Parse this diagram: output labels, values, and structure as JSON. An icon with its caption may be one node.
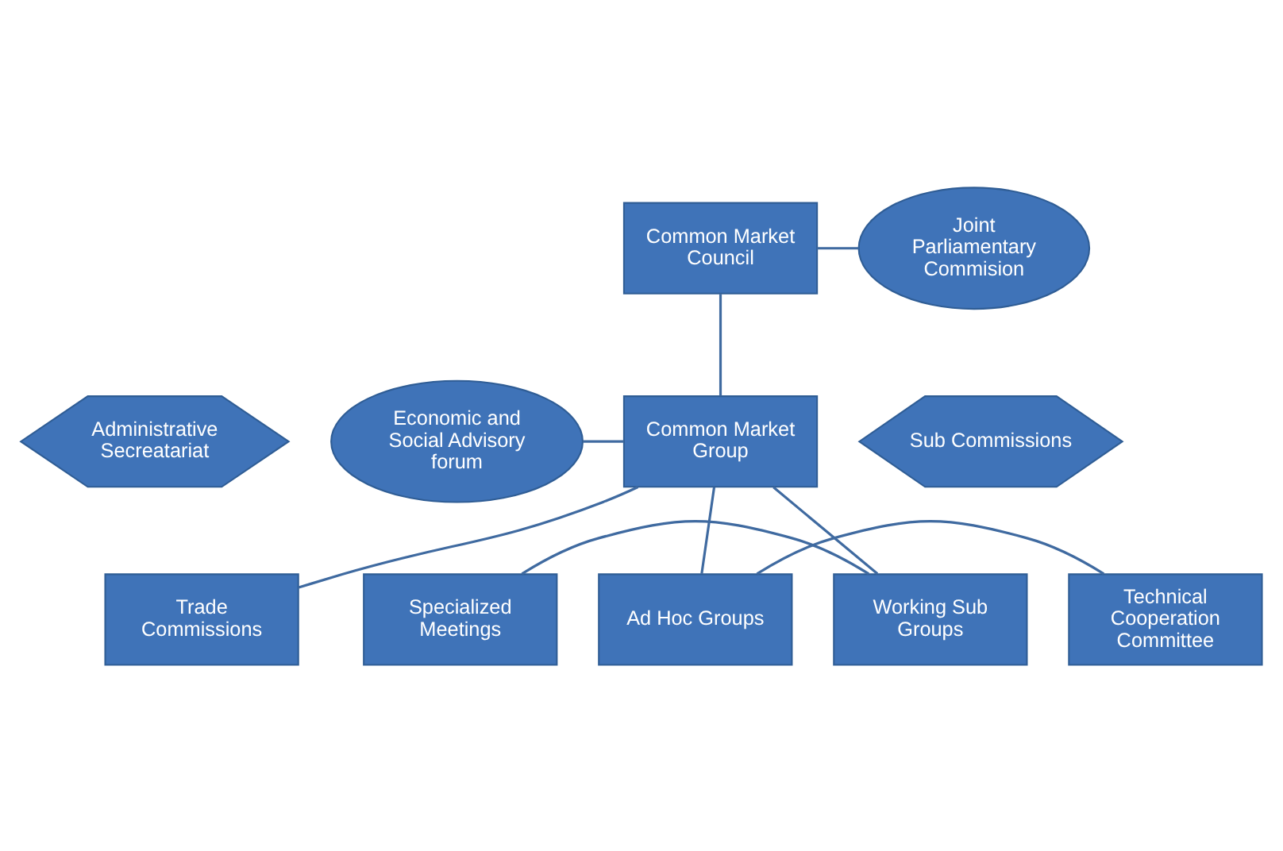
{
  "diagram": {
    "nodes": [
      {
        "text": [
          "Common Market Council"
        ]
      },
      {
        "text": [
          "Joint Parliamentary Commision"
        ]
      },
      {
        "text": [
          "Economic and Social Advisory forum"
        ]
      },
      {
        "text": [
          "Common Market Group"
        ]
      },
      {
        "text": [
          "Administrative Secreatariat"
        ]
      },
      {
        "text": [
          "Sub Commissions"
        ]
      },
      {
        "text": [
          "Specialized Meetings"
        ]
      },
      {
        "text": [
          "Working Sub Groups"
        ]
      },
      {
        "text": [
          "Ad Hoc Groups"
        ]
      },
      {
        "text": [
          "Technical Cooperation Committee"
        ]
      },
      {
        "text": [
          "Trade Commissions"
        ]
      }
    ],
    "edges": [
      {
        "from": 0,
        "to": 1,
        "arrow": "none"
      },
      {
        "from": 0,
        "to": 3,
        "arrow": "none"
      },
      {
        "from": 2,
        "to": 3,
        "arrow": "none"
      },
      {
        "from": 3,
        "to": 7,
        "arrow": "none"
      },
      {
        "from": 3,
        "to": 8,
        "arrow": "none"
      },
      {
        "from": 3,
        "to": 10,
        "arrow": "none"
      },
      {
        "from": 6,
        "to": 7,
        "arrow": "none"
      },
      {
        "from": 8,
        "to": 9,
        "arrow": "none"
      }
    ]
  }
}
